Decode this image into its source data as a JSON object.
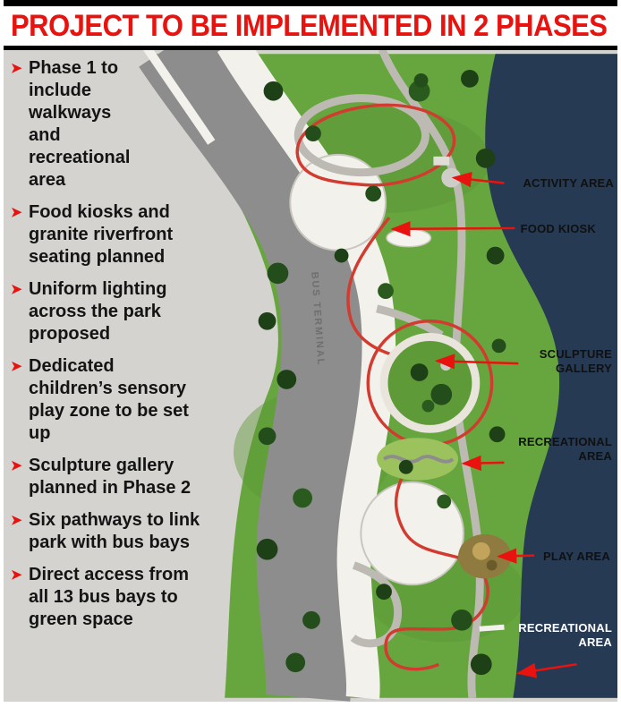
{
  "header": {
    "title": "PROJECT TO BE IMPLEMENTED IN 2 PHASES"
  },
  "icons": {
    "bullet_arrow": "➤"
  },
  "bullets": [
    {
      "text": "Phase 1 to include walkways and recreational area"
    },
    {
      "text": "Food kiosks and granite riverfront seating planned"
    },
    {
      "text": "Uniform lighting across the park proposed"
    },
    {
      "text": "Dedicated children’s sensory play zone to be set up"
    },
    {
      "text": "Sculpture gallery planned in Phase 2"
    },
    {
      "text": "Six pathways to link park with bus bays"
    },
    {
      "text": "Direct access from all 13 bus bays to green space"
    }
  ],
  "map": {
    "road_label": "BUS TERMINAL",
    "labels": [
      {
        "id": "activity-area",
        "text": "ACTIVITY AREA"
      },
      {
        "id": "food-kiosk",
        "text": "FOOD KIOSK"
      },
      {
        "id": "sculpture-gallery",
        "text": "SCULPTURE GALLERY"
      },
      {
        "id": "recreational-area",
        "text": "RECREATIONAL AREA"
      },
      {
        "id": "play-area",
        "text": "PLAY AREA"
      },
      {
        "id": "recreational-area-2",
        "text": "RECREATIONAL AREA"
      }
    ]
  },
  "colors": {
    "headline_red": "#e8120e",
    "water_navy": "#263a54",
    "park_green": "#67a63e",
    "road_gray": "#8d8d8d",
    "band_white": "#f3f1ec",
    "background_gray": "#d5d3d0",
    "track_red": "#d23b2f",
    "label_black": "#101010",
    "label_white": "#ffffff"
  }
}
